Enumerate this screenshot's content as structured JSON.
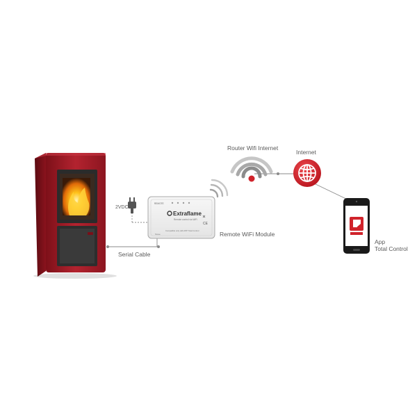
{
  "labels": {
    "router": "Router Wifi Internet",
    "internet": "Internet",
    "remote_module": "Remote WiFi Module",
    "serial_cable": "Serial Cable",
    "power": "2VDC",
    "app_line1": "App",
    "app_line2": "Total Control"
  },
  "module": {
    "brand": "Extraflame",
    "tagline": "Remote control via WiFi",
    "bottom_text": "Compatible only with APP Total Control",
    "corner_label": "Stove",
    "status_text": "REMOTE"
  },
  "colors": {
    "stove_red": "#a11e2a",
    "accent_red": "#d0232b",
    "line_gray": "#8a8a8a",
    "text_gray": "#5a5a5a",
    "phone_black": "#1a1a1a"
  },
  "icons": [
    "power-plug-icon",
    "wifi-signal-icon",
    "router-wifi-icon",
    "globe-icon",
    "smartphone-icon",
    "app-logo-icon"
  ]
}
